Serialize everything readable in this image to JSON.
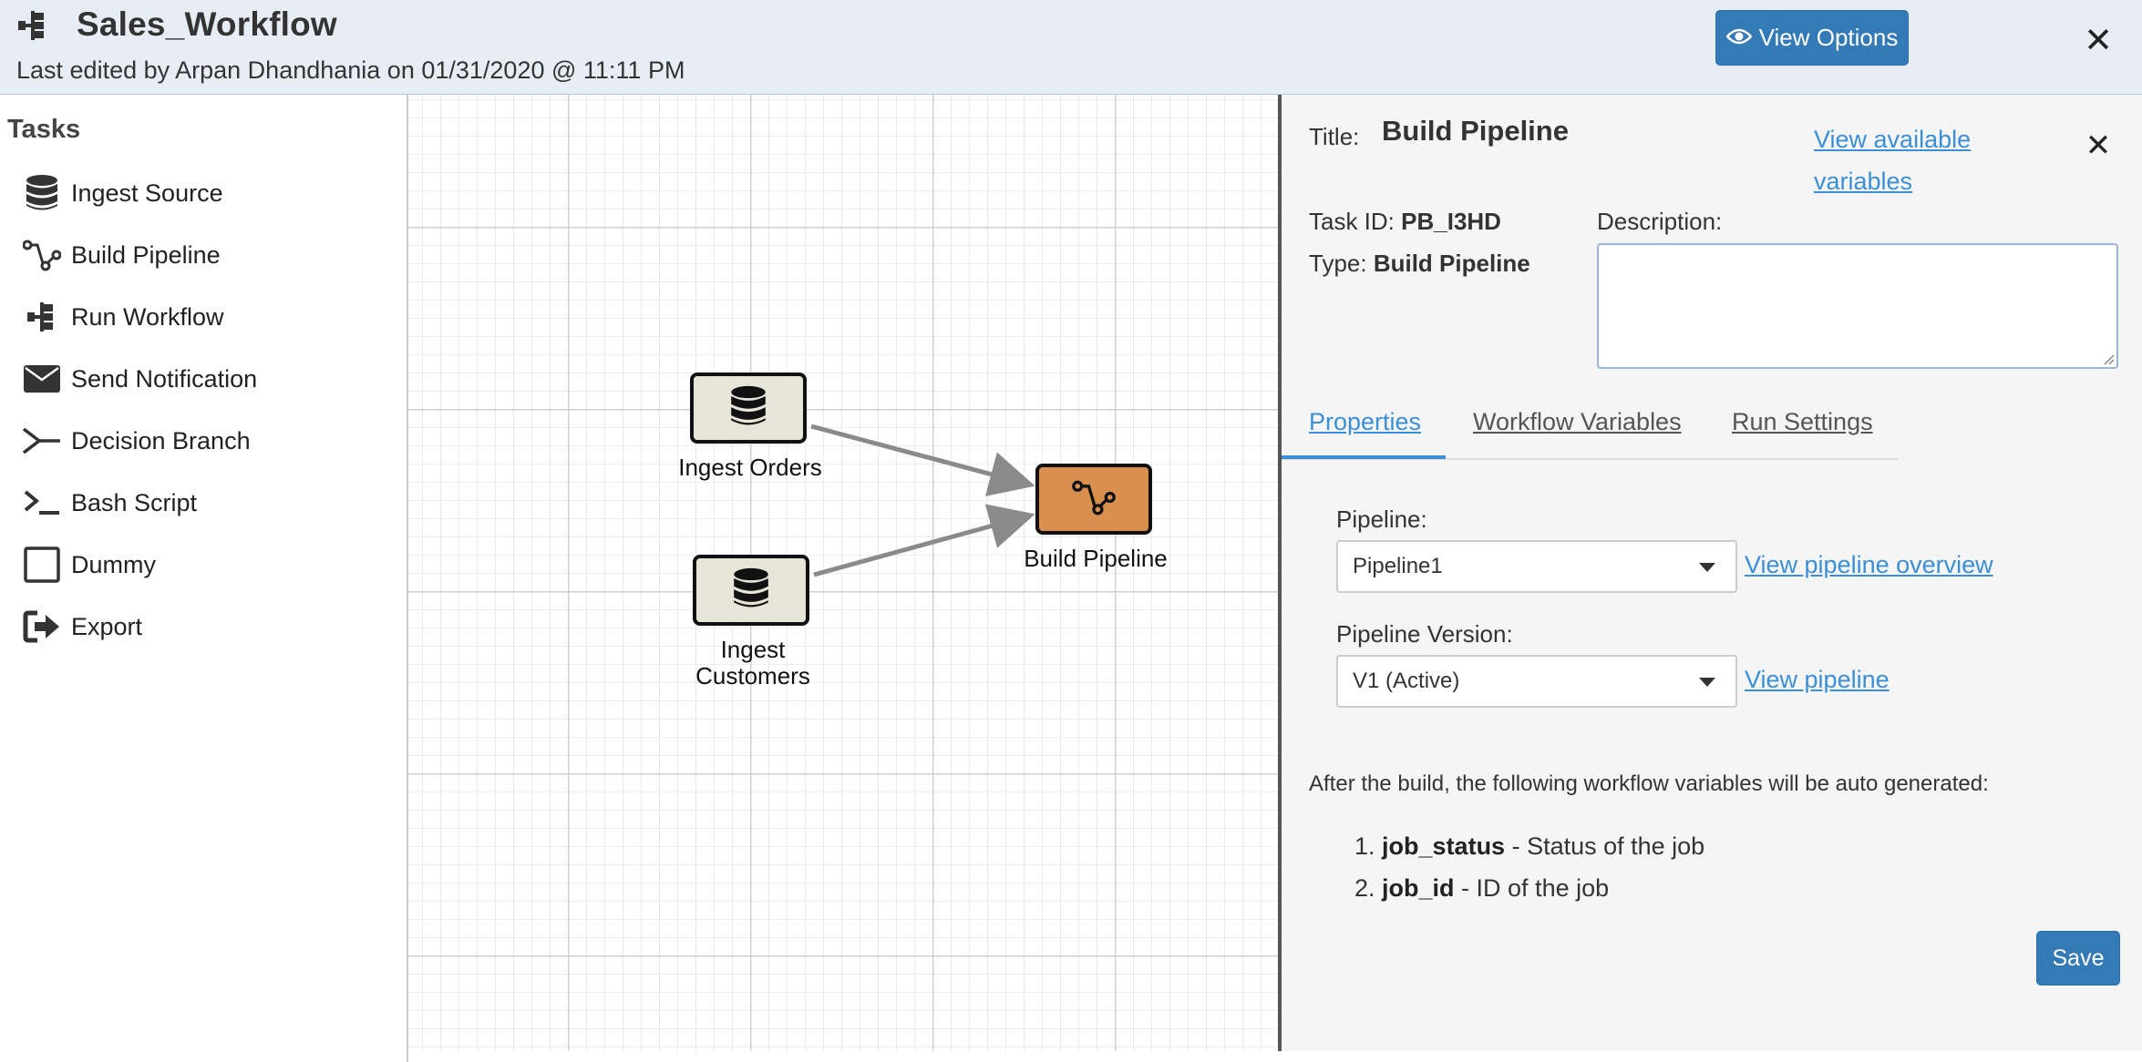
{
  "header": {
    "title": "Sales_Workflow",
    "edited": "Last edited by Arpan Dhandhania on 01/31/2020 @ 11:11 PM",
    "view_options_label": "View Options",
    "close_symbol": "✕"
  },
  "palette": {
    "title": "Tasks",
    "items": [
      {
        "label": "Ingest Source",
        "icon": "database-icon"
      },
      {
        "label": "Build Pipeline",
        "icon": "pipeline-icon"
      },
      {
        "label": "Run Workflow",
        "icon": "workflow-icon"
      },
      {
        "label": "Send Notification",
        "icon": "envelope-icon"
      },
      {
        "label": "Decision Branch",
        "icon": "branch-icon"
      },
      {
        "label": "Bash Script",
        "icon": "terminal-icon"
      },
      {
        "label": "Dummy",
        "icon": "square-icon"
      },
      {
        "label": "Export",
        "icon": "export-icon"
      }
    ]
  },
  "canvas": {
    "nodes": [
      {
        "label": "Ingest Orders",
        "icon": "database-icon"
      },
      {
        "label": "Ingest\nCustomers",
        "icon": "database-icon"
      },
      {
        "label": "Build Pipeline",
        "icon": "pipeline-icon",
        "selected": true
      }
    ]
  },
  "panel": {
    "title_label": "Title:",
    "title_value": "Build Pipeline",
    "view_vars_link": "View available variables",
    "close_symbol": "✕",
    "task_id_label": "Task ID: ",
    "task_id_value": "PB_I3HD",
    "type_label": "Type: ",
    "type_value": "Build Pipeline",
    "description_label": "Description:",
    "description_value": "",
    "tabs": [
      "Properties",
      "Workflow Variables",
      "Run Settings"
    ],
    "active_tab": "Properties",
    "pipeline_label": "Pipeline:",
    "pipeline_value": "Pipeline1",
    "pipeline_link": "View pipeline overview",
    "version_label": "Pipeline Version:",
    "version_value": "V1 (Active)",
    "version_link": "View pipeline",
    "auto_text": "After the build, the following workflow variables will be auto generated:",
    "variables": [
      {
        "num": "1.",
        "name": "job_status",
        "desc": " - Status of the job"
      },
      {
        "num": "2.",
        "name": "job_id",
        "desc": " - ID of the job"
      }
    ],
    "save_label": "Save"
  },
  "colors": {
    "accent": "#337ab7",
    "link": "#3a8fd6",
    "header_bg": "#e7edf5",
    "node_bg": "#e7e4d8",
    "node_selected_bg": "#d9904f",
    "edge": "#8a8a8a"
  }
}
